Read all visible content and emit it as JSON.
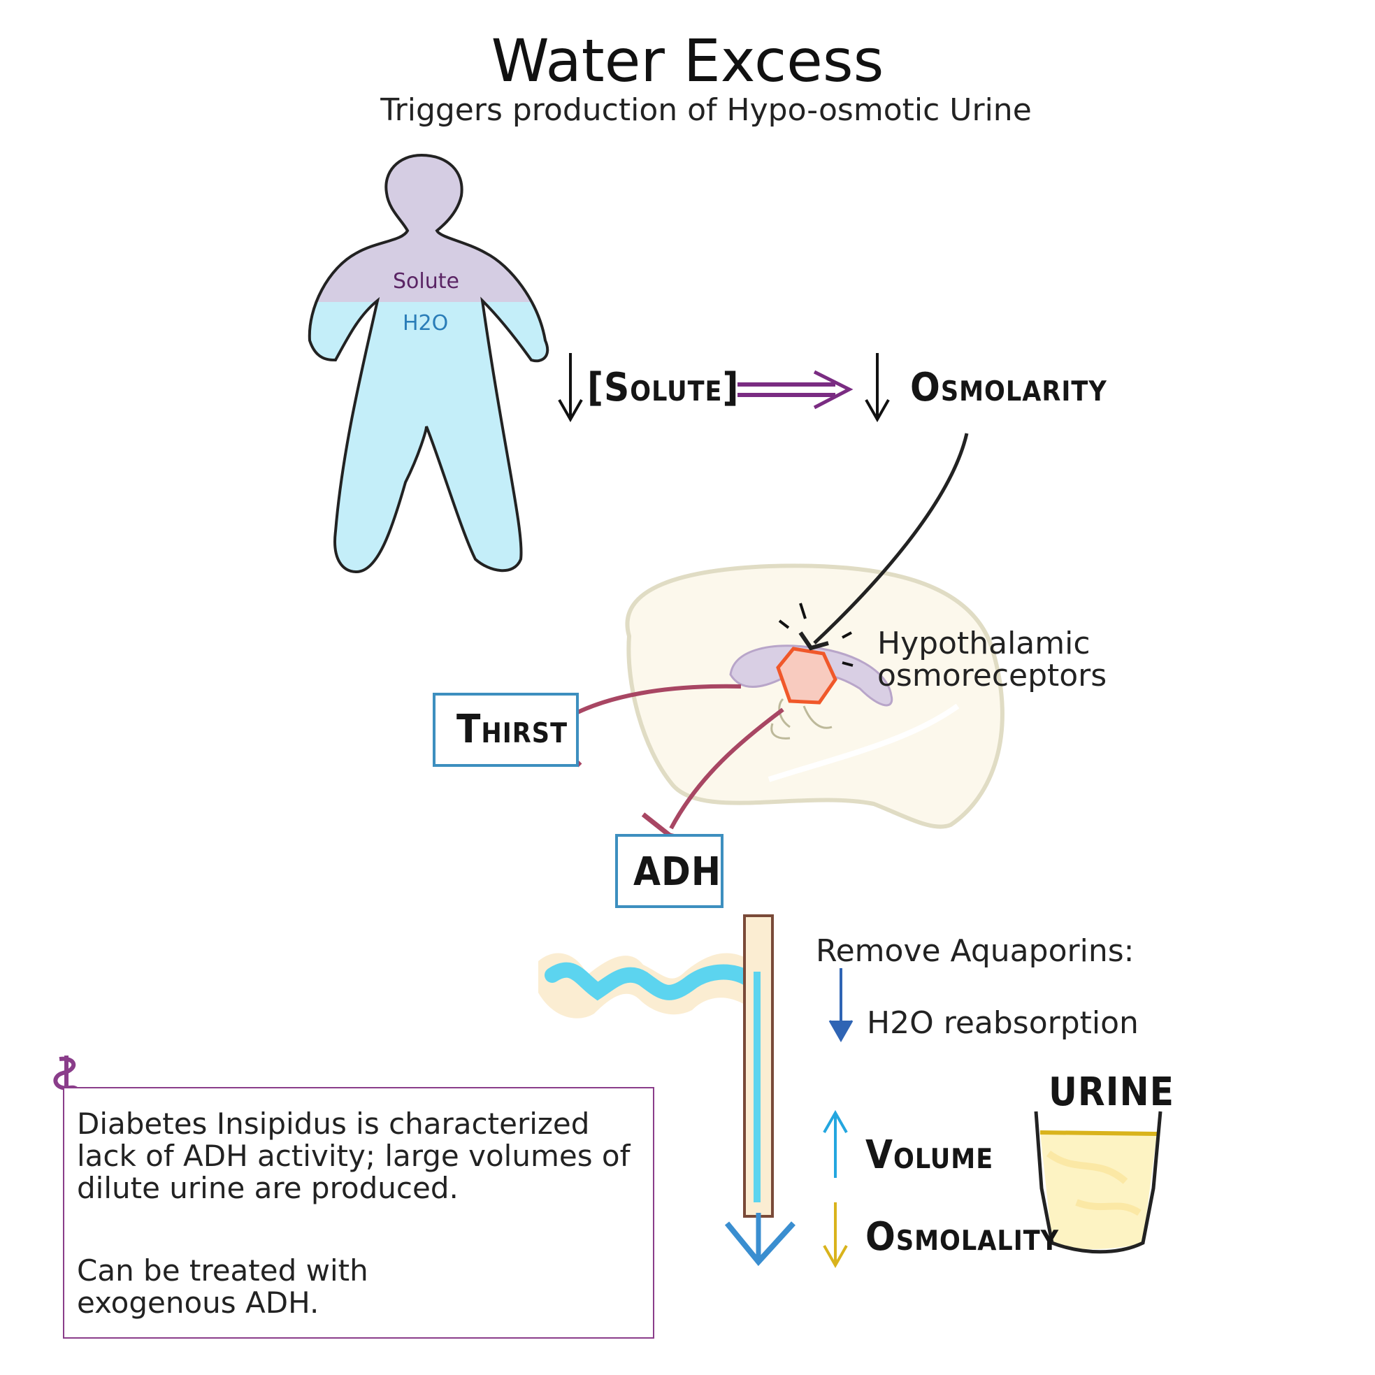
{
  "header": {
    "title": "Water Excess",
    "subtitle": "Triggers production of Hypo-osmotic Urine"
  },
  "body_figure": {
    "solute_label": "Solute",
    "water_label": "H2O"
  },
  "cascade": {
    "solute": "[Solute]",
    "osmolarity": "Osmolarity"
  },
  "brain": {
    "receptor_label_line1": "Hypothalamic",
    "receptor_label_line2": "osmoreceptors"
  },
  "outputs": {
    "thirst": "Thirst",
    "adh": "ADH"
  },
  "kidney": {
    "action": "Remove Aquaporins:",
    "reabsorption": "H2O reabsorption"
  },
  "urine": {
    "label": "URINE",
    "volume": "Volume",
    "osmolality": "Osmolality"
  },
  "note": {
    "paragraph1": "Diabetes Insipidus is characterized lack of ADH activity; large volumes of dilute urine are produced.",
    "paragraph2": "Can be treated with exogenous ADH."
  },
  "colors": {
    "solute_purple": "#d5cde3",
    "water_blue": "#c4eef9",
    "cascade_arrow": "#7a2c82",
    "inhibit_arrow": "#a84663",
    "box_border": "#3d8fbf",
    "note_border": "#8a3d8a",
    "receptor": "#f0582a",
    "reabsorption_arrow": "#2f64b4",
    "volume_arrow": "#23a6df",
    "osmolality_arrow": "#d9b31c",
    "urine_fill": "#fdf3c3"
  },
  "icons": [
    "person-silhouette",
    "brain",
    "nephron-tubule",
    "urine-cup",
    "caduceus-icon"
  ]
}
